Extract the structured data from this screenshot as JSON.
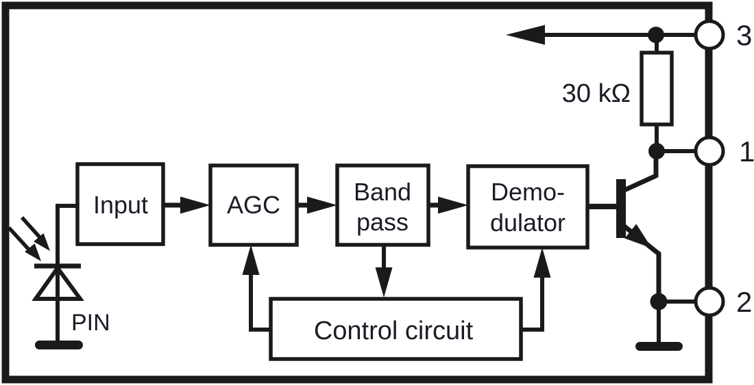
{
  "diagram": {
    "blocks": {
      "input": {
        "label": "Input"
      },
      "agc": {
        "label": "AGC"
      },
      "bandpass": {
        "line1": "Band",
        "line2": "pass"
      },
      "demodulator": {
        "line1": "Demo-",
        "line2": "dulator"
      },
      "control": {
        "label": "Control circuit"
      }
    },
    "components": {
      "resistor_value": "30 kΩ",
      "photodiode_label": "PIN"
    },
    "pins": {
      "pin3": "3",
      "pin1": "1",
      "pin2": "2"
    },
    "colors": {
      "ink": "#1a1a1a",
      "text": "#1b1b26",
      "background": "#ffffff"
    }
  }
}
